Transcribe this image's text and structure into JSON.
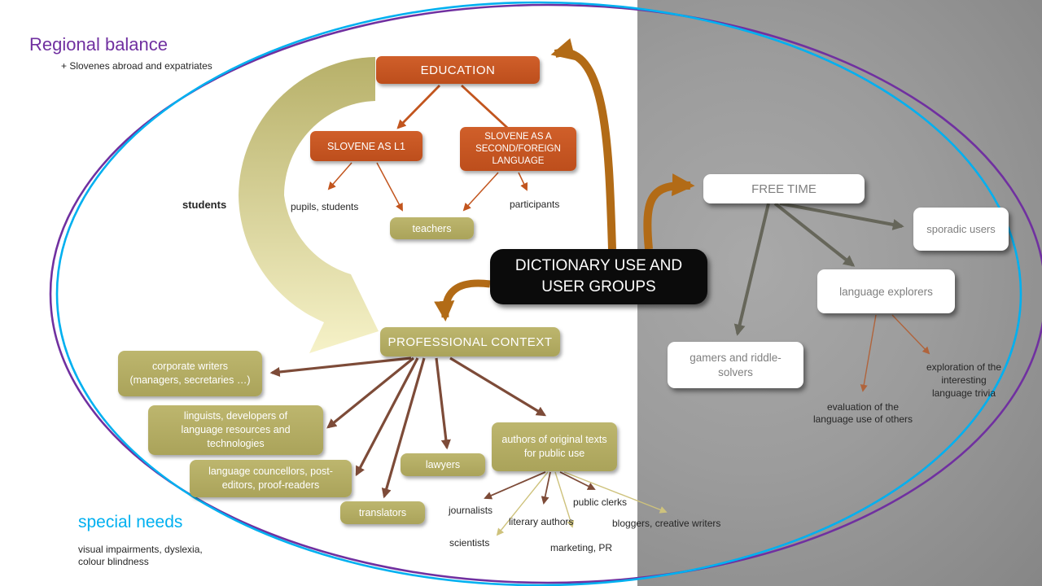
{
  "page": {
    "regional_balance": "Regional balance",
    "regional_balance_note": "+ Slovenes abroad and expatriates",
    "special_needs": "special needs",
    "special_needs_note": "visual impairments, dyslexia, colour blindness"
  },
  "center": {
    "label": "DICTIONARY USE AND USER GROUPS"
  },
  "education": {
    "label": "EDUCATION",
    "slovene_l1": "SLOVENE AS L1",
    "slovene_sf": "SLOVENE AS A SECOND/FOREIGN LANGUAGE",
    "students": "students",
    "pupils_students": "pupils, students",
    "teachers": "teachers",
    "participants": "participants"
  },
  "free_time": {
    "label": "FREE TIME",
    "sporadic_users": "sporadic users",
    "language_explorers": "language explorers",
    "gamers": "gamers and riddle-solvers",
    "evaluation": "evaluation of the language use of others",
    "exploration": "exploration of the interesting language trivia"
  },
  "professional": {
    "label": "PROFESSIONAL CONTEXT",
    "corporate_writers": "corporate writers (managers, secretaries …)",
    "linguists": "linguists, developers of language resources and technologies",
    "councellors": "language councellors, post-editors, proof-readers",
    "translators": "translators",
    "lawyers": "lawyers",
    "authors": "authors of original texts for public use",
    "journalists": "journalists",
    "literary_authors": "literary authors",
    "scientists": "scientists",
    "marketing_pr": "marketing, PR",
    "public_clerks": "public clerks",
    "bloggers": "bloggers, creative writers"
  },
  "colors": {
    "ellipse_outer": "#7030A0",
    "ellipse_inner": "#00B0F0",
    "orange_node": "#C4521E",
    "olive_node": "#B2AB60",
    "thick_arrow": "#B26B16",
    "brown_arrow": "#7D4B38",
    "gray_arrow": "#66665A",
    "khaki_arrow": "#CEC27C",
    "black_node": "#0B0B0B"
  }
}
